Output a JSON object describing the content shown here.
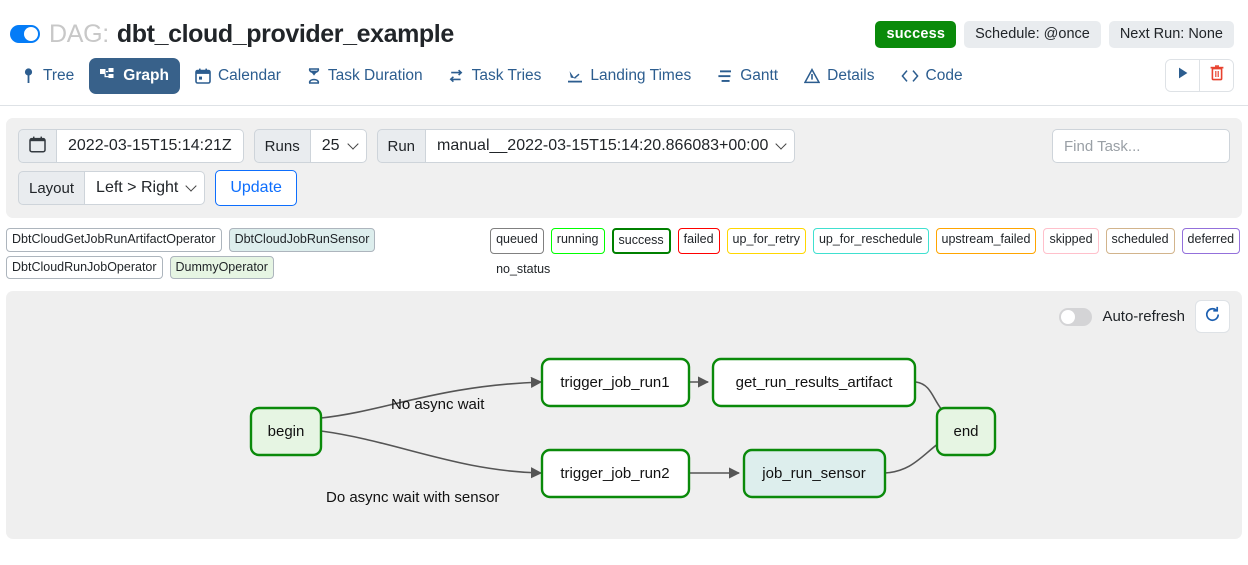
{
  "header": {
    "dag_prefix": "DAG:",
    "dag_name": "dbt_cloud_provider_example",
    "status_badge": "success",
    "schedule_badge": "Schedule: @once",
    "next_run_badge": "Next Run: None",
    "toggle_state": "on"
  },
  "tabs": [
    {
      "label": "Tree",
      "icon": "tree-icon",
      "active": false
    },
    {
      "label": "Graph",
      "icon": "graph-icon",
      "active": true
    },
    {
      "label": "Calendar",
      "icon": "calendar-icon",
      "active": false
    },
    {
      "label": "Task Duration",
      "icon": "hourglass-icon",
      "active": false
    },
    {
      "label": "Task Tries",
      "icon": "retry-icon",
      "active": false
    },
    {
      "label": "Landing Times",
      "icon": "landing-icon",
      "active": false
    },
    {
      "label": "Gantt",
      "icon": "gantt-icon",
      "active": false
    },
    {
      "label": "Details",
      "icon": "triangle-info-icon",
      "active": false
    },
    {
      "label": "Code",
      "icon": "code-icon",
      "active": false
    }
  ],
  "actions": {
    "trigger_label": "play-icon",
    "delete_label": "trash-icon"
  },
  "toolbar": {
    "calendar_icon": "calendar-icon",
    "execution_date": "2022-03-15T15:14:21Z",
    "runs_label": "Runs",
    "runs_value": "25",
    "run_label": "Run",
    "run_value": "manual__2022-03-15T15:14:20.866083+00:00",
    "layout_label": "Layout",
    "layout_value": "Left > Right",
    "update_label": "Update",
    "find_task_placeholder": "Find Task..."
  },
  "legend": {
    "operators": [
      {
        "label": "DbtCloudGetJobRunArtifactOperator",
        "fill": "#ffffff",
        "border": "#adb5bd"
      },
      {
        "label": "DbtCloudJobRunSensor",
        "fill": "#ddeeed",
        "border": "#adb5bd"
      },
      {
        "label": "DbtCloudRunJobOperator",
        "fill": "#ffffff",
        "border": "#adb5bd"
      },
      {
        "label": "DummyOperator",
        "fill": "#e6f5e3",
        "border": "#adb5bd"
      }
    ],
    "states": [
      {
        "label": "queued",
        "border": "#808080",
        "fill": "#ffffff"
      },
      {
        "label": "running",
        "border": "#00ff00",
        "fill": "#ffffff"
      },
      {
        "label": "success",
        "border": "#008000",
        "fill": "#ffffff"
      },
      {
        "label": "failed",
        "border": "#ff0000",
        "fill": "#ffffff"
      },
      {
        "label": "up_for_retry",
        "border": "#ffd700",
        "fill": "#ffffff"
      },
      {
        "label": "up_for_reschedule",
        "border": "#40e0d0",
        "fill": "#ffffff"
      },
      {
        "label": "upstream_failed",
        "border": "#ffa500",
        "fill": "#ffffff"
      },
      {
        "label": "skipped",
        "border": "#ffc0cb",
        "fill": "#ffffff"
      },
      {
        "label": "scheduled",
        "border": "#d2b48c",
        "fill": "#ffffff"
      },
      {
        "label": "deferred",
        "border": "#9370db",
        "fill": "#ffffff"
      },
      {
        "label": "no_status",
        "border": "transparent",
        "fill": "transparent"
      }
    ]
  },
  "graph": {
    "auto_refresh_label": "Auto-refresh",
    "auto_refresh_on": false,
    "refresh_icon": "refresh-icon",
    "nodes": [
      {
        "id": "begin",
        "label": "begin",
        "kind": "dummy",
        "state": "success"
      },
      {
        "id": "trigger_job_run1",
        "label": "trigger_job_run1",
        "kind": "operator",
        "state": "success"
      },
      {
        "id": "get_run_results_artifact",
        "label": "get_run_results_artifact",
        "kind": "operator",
        "state": "success"
      },
      {
        "id": "trigger_job_run2",
        "label": "trigger_job_run2",
        "kind": "operator",
        "state": "success"
      },
      {
        "id": "job_run_sensor",
        "label": "job_run_sensor",
        "kind": "sensor",
        "state": "success"
      },
      {
        "id": "end",
        "label": "end",
        "kind": "dummy",
        "state": "success"
      }
    ],
    "edges": [
      {
        "from": "begin",
        "to": "trigger_job_run1",
        "label": "No async wait"
      },
      {
        "from": "trigger_job_run1",
        "to": "get_run_results_artifact",
        "label": ""
      },
      {
        "from": "get_run_results_artifact",
        "to": "end",
        "label": ""
      },
      {
        "from": "begin",
        "to": "trigger_job_run2",
        "label": "Do async wait with sensor"
      },
      {
        "from": "trigger_job_run2",
        "to": "job_run_sensor",
        "label": ""
      },
      {
        "from": "job_run_sensor",
        "to": "end",
        "label": ""
      }
    ]
  }
}
